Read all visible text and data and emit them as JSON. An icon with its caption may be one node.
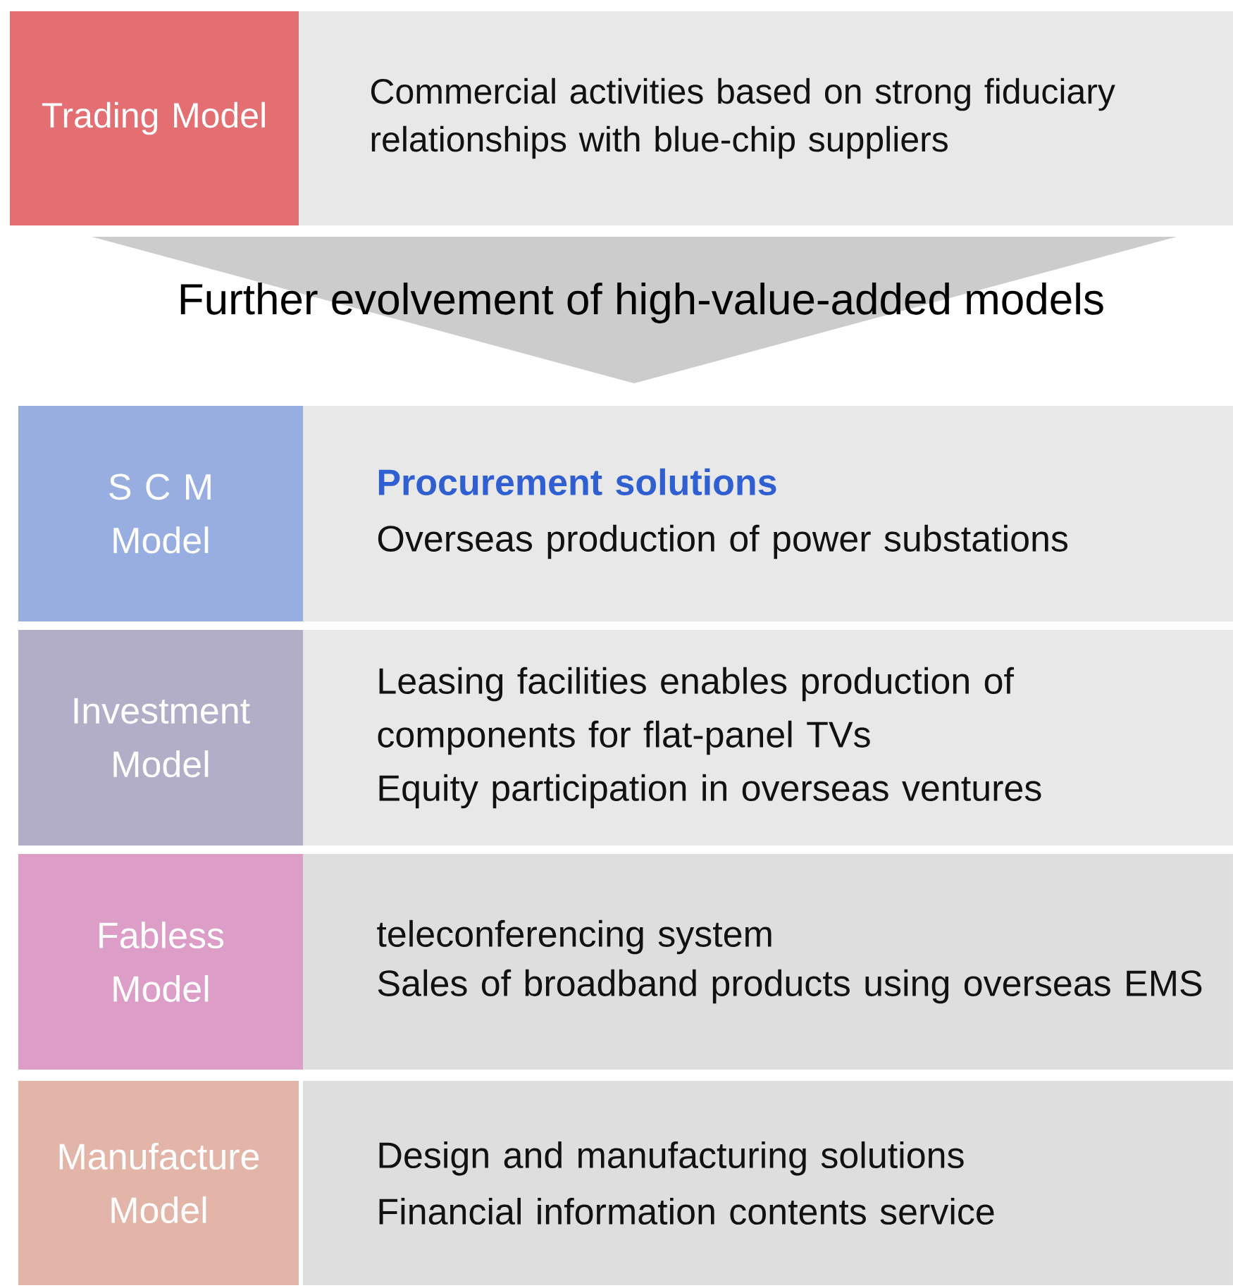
{
  "diagram": {
    "nodes": [
      {
        "text": [
          "Trading Model"
        ]
      },
      {
        "text": [
          "Commercial activities based on strong fiduciary relationships with blue-chip suppliers"
        ]
      },
      {
        "text": [
          "Further evolvement of high-value-added models"
        ]
      },
      {
        "text": [
          "S C M Model"
        ]
      },
      {
        "text": [
          "Procurement solutions",
          "Overseas production of power substations"
        ]
      },
      {
        "text": [
          "Investment Model"
        ]
      },
      {
        "text": [
          "Leasing facilities enables production of components for flat-panel TVs",
          "Equity participation in overseas ventures"
        ]
      },
      {
        "text": [
          "Fabless Model"
        ]
      },
      {
        "text": [
          "teleconferencing system",
          "Sales of broadband products using overseas EMS"
        ]
      },
      {
        "text": [
          "Manufacture Model"
        ]
      },
      {
        "text": [
          "Design and manufacturing solutions",
          "Financial information contents service"
        ]
      }
    ]
  }
}
